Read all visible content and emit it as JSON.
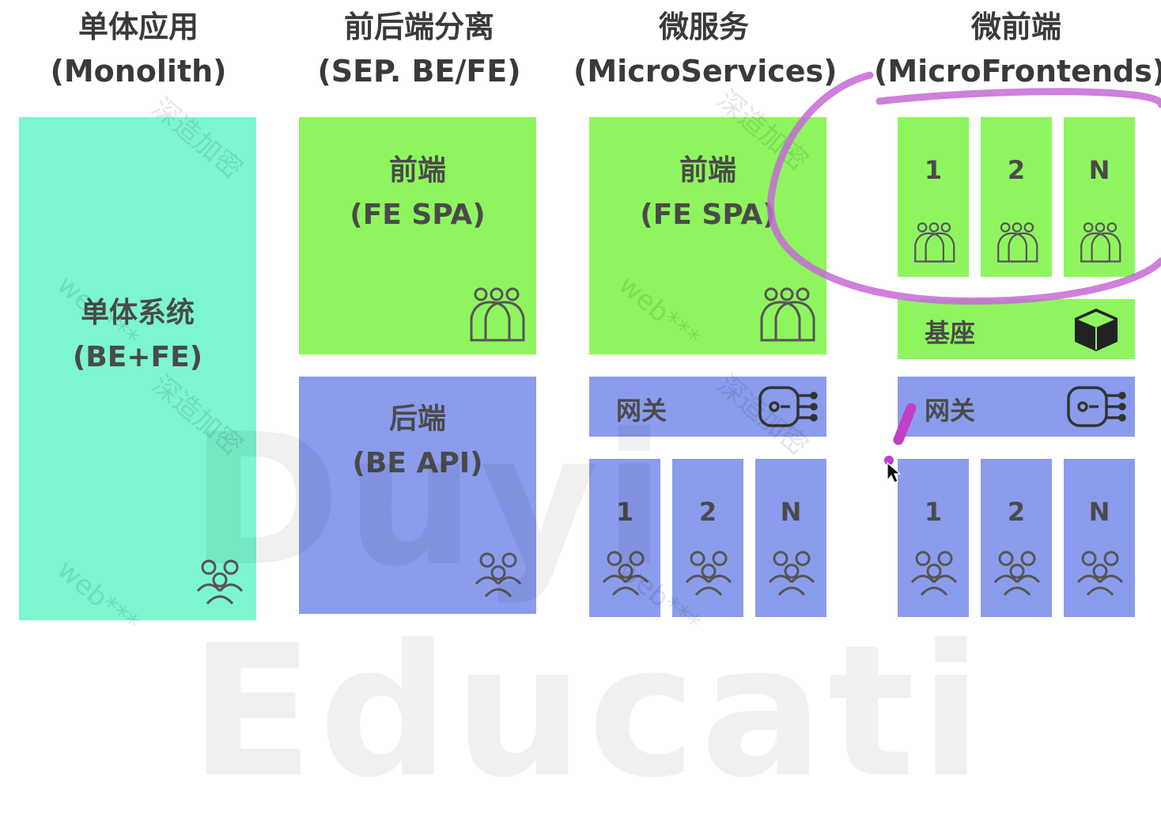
{
  "columns": [
    {
      "title": "单体应用",
      "subtitle": "(Monolith)"
    },
    {
      "title": "前后端分离",
      "subtitle": "(SEP. BE/FE)"
    },
    {
      "title": "微服务",
      "subtitle": "(MicroServices)"
    },
    {
      "title": "微前端",
      "subtitle": "(MicroFrontends)"
    }
  ],
  "monolith": {
    "label1": "单体系统",
    "label2": "(BE+FE)"
  },
  "sep": {
    "frontend1": "前端",
    "frontend2": "(FE SPA)",
    "backend1": "后端",
    "backend2": "(BE API)"
  },
  "micro": {
    "frontend1": "前端",
    "frontend2": "(FE SPA)",
    "gateway": "网关",
    "services": [
      "1",
      "2",
      "N"
    ]
  },
  "microfe": {
    "apps": [
      "1",
      "2",
      "N"
    ],
    "base": "基座",
    "gateway": "网关",
    "services": [
      "1",
      "2",
      "N"
    ]
  },
  "watermark": {
    "text": "web***",
    "text2": "深造加密",
    "brand": "Duyi Educati"
  },
  "colors": {
    "green": "#8ff55f",
    "blue": "#8b9cec",
    "teal": "#7cf6d0",
    "highlight": "#c66ad6"
  }
}
